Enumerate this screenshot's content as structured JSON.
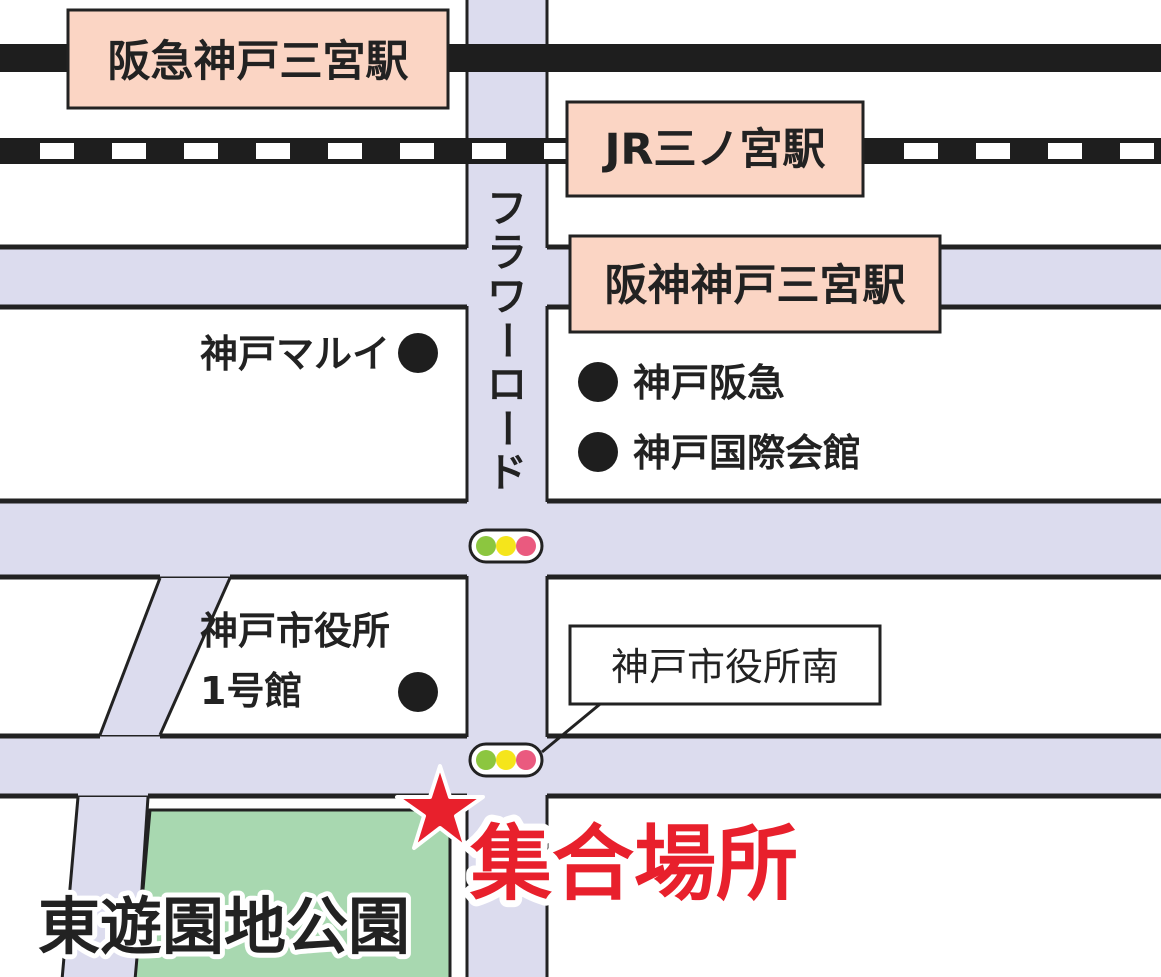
{
  "stations": {
    "hankyu": "阪急神戸三宮駅",
    "jr": "JR三ノ宮駅",
    "hanshin": "阪神神戸三宮駅"
  },
  "road": {
    "name_chars": [
      "フ",
      "ラ",
      "ワ",
      "ー",
      "ロ",
      "ー",
      "ド"
    ]
  },
  "landmarks": {
    "marui": "神戸マルイ",
    "kobe_hankyu": "神戸阪急",
    "kokusai_kaikan": "神戸国際会館",
    "city_hall_line1": "神戸市役所",
    "city_hall_line2": "1号館"
  },
  "signal_label": "神戸市役所南",
  "meeting_point": "集合場所",
  "park": "東遊園地公園",
  "colors": {
    "road": "#dcdcee",
    "station_label": "#fbd5c4",
    "park": "#a8d8b0",
    "meeting": "#e8202c",
    "signal_green": "#8cc63f",
    "signal_yellow": "#f5e51b",
    "signal_red": "#ea5a7f"
  }
}
